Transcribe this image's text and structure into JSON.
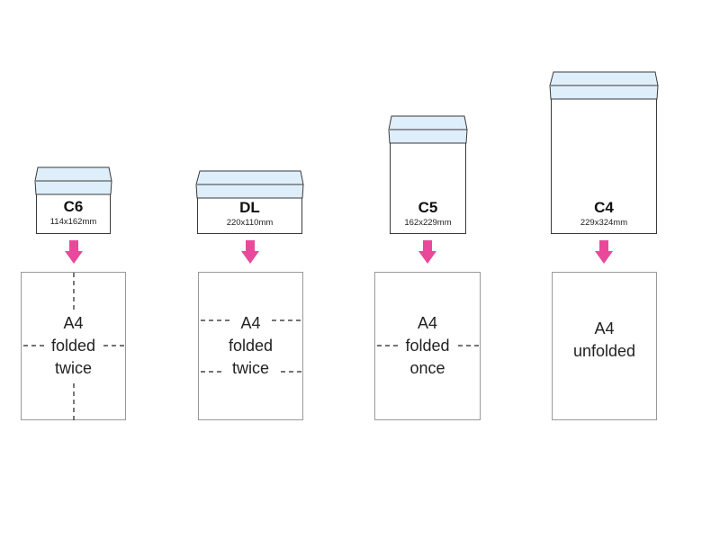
{
  "envelopes": [
    {
      "name": "C6",
      "size": "114x162mm"
    },
    {
      "name": "DL",
      "size": "220x110mm"
    },
    {
      "name": "C5",
      "size": "162x229mm"
    },
    {
      "name": "C4",
      "size": "229x324mm"
    }
  ],
  "sheets": [
    {
      "lines": [
        "A4",
        "folded",
        "twice"
      ]
    },
    {
      "lines": [
        "A4",
        "folded",
        "twice"
      ]
    },
    {
      "lines": [
        "A4",
        "folded",
        "once"
      ]
    },
    {
      "lines": [
        "A4",
        "unfolded"
      ]
    }
  ],
  "colors": {
    "arrow": "#e8499b",
    "flap_fill": "#dfeefb",
    "outline": "#3a3a3a",
    "sheet_border": "#9a9a9a"
  }
}
